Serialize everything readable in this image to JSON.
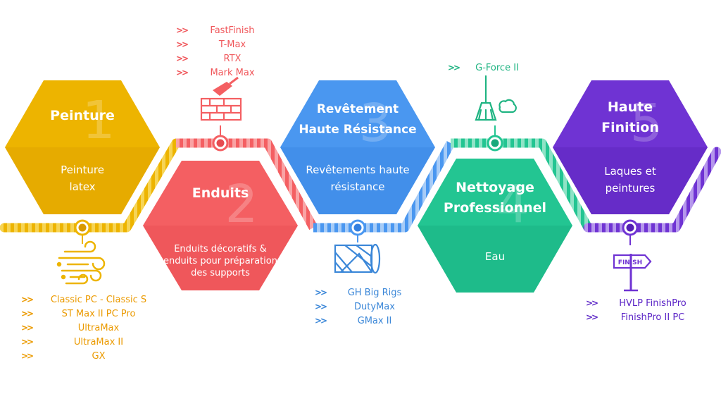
{
  "colors": {
    "yellow": "#EDB400",
    "yellow_dark": "#D99A00",
    "red": "#F45F62",
    "red_dark": "#E64B50",
    "blue": "#4A97F0",
    "blue_dark": "#3480E0",
    "green": "#23C592",
    "green_dark": "#17A97B",
    "purple": "#6F33D3",
    "purple_dark": "#5520B5",
    "yellow_text": "#EB9A00",
    "red_text": "#F0565A",
    "blue_text": "#3B87D8",
    "green_text": "#1FB482",
    "purple_text": "#5B24C6"
  },
  "steps": [
    {
      "number": "1",
      "title": "Peinture",
      "description_lines": [
        "Peinture",
        "latex"
      ],
      "icon": "paint-wind-icon",
      "products": [
        "Classic PC - Classic S",
        "ST Max II PC Pro",
        "UltraMax",
        "UltraMax II",
        "GX"
      ]
    },
    {
      "number": "2",
      "title": "Enduits",
      "description_lines": [
        "Enduits décoratifs &",
        "enduits pour préparation",
        "des supports"
      ],
      "icon": "trowel-brick-icon",
      "products": [
        "FastFinish",
        "T-Max",
        "RTX",
        "Mark Max"
      ]
    },
    {
      "number": "3",
      "title_lines": [
        "Revêtement",
        "Haute Résistance"
      ],
      "description_lines": [
        "Revêtements haute",
        "résistance"
      ],
      "icon": "floor-roll-icon",
      "products": [
        "GH Big Rigs",
        "DutyMax",
        "GMax II"
      ]
    },
    {
      "number": "4",
      "title_lines": [
        "Nettoyage",
        "Professionnel"
      ],
      "description_lines": [
        "Eau"
      ],
      "icon": "broom-icon",
      "products": [
        "G-Force II"
      ]
    },
    {
      "number": "5",
      "title_lines": [
        "Haute",
        "Finition"
      ],
      "description_lines": [
        "Laques et",
        "peintures"
      ],
      "icon": "finish-sign-icon",
      "products": [
        "HVLP FinishPro",
        "FinishPro II PC"
      ]
    }
  ],
  "chevron_glyph": ">>"
}
